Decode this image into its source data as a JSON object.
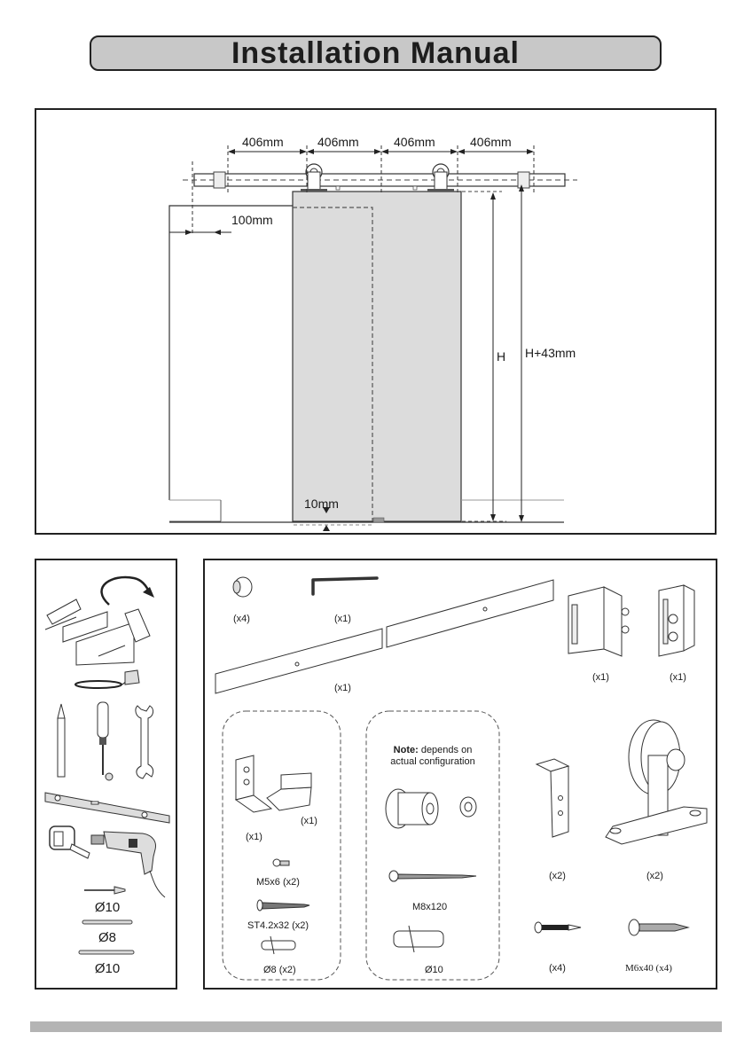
{
  "header": {
    "title": "Installation Manual"
  },
  "diagram": {
    "spacings": [
      "406mm",
      "406mm",
      "406mm",
      "406mm"
    ],
    "wall_offset": "100mm",
    "floor_gap": "10mm",
    "door_height": "H",
    "rail_height": "H+43mm"
  },
  "tools": {
    "items": [
      "toolbox",
      "chalk-line",
      "pencil",
      "screwdriver",
      "wrench",
      "spirit-level",
      "tape-measure",
      "electric-drill"
    ],
    "bits": [
      "Ø10",
      "Ø8",
      "Ø10"
    ]
  },
  "parts": {
    "end_cap_qty": "(x4)",
    "hex_key_qty": "(x1)",
    "rail_qty": "(x1)",
    "stopper_a_qty": "(x1)",
    "stopper_b_qty": "(x1)",
    "floor_guide": {
      "bracket_qty": "(x1)",
      "guide_qty": "(x1)",
      "screw_m5": "M5x6 (x2)",
      "screw_st": "ST4.2x32 (x2)",
      "anchor": "Ø8 (x2)"
    },
    "spacer_group": {
      "note_bold": "Note:",
      "note_text": " depends on",
      "note_line2": "actual configuration",
      "bolt": "M8x120",
      "anchor": "Ø10"
    },
    "anti_jump_qty": "(x2)",
    "roller_qty": "(x2)",
    "screw_small_qty": "(x4)",
    "screw_m6": "M6x40 (x4)"
  }
}
